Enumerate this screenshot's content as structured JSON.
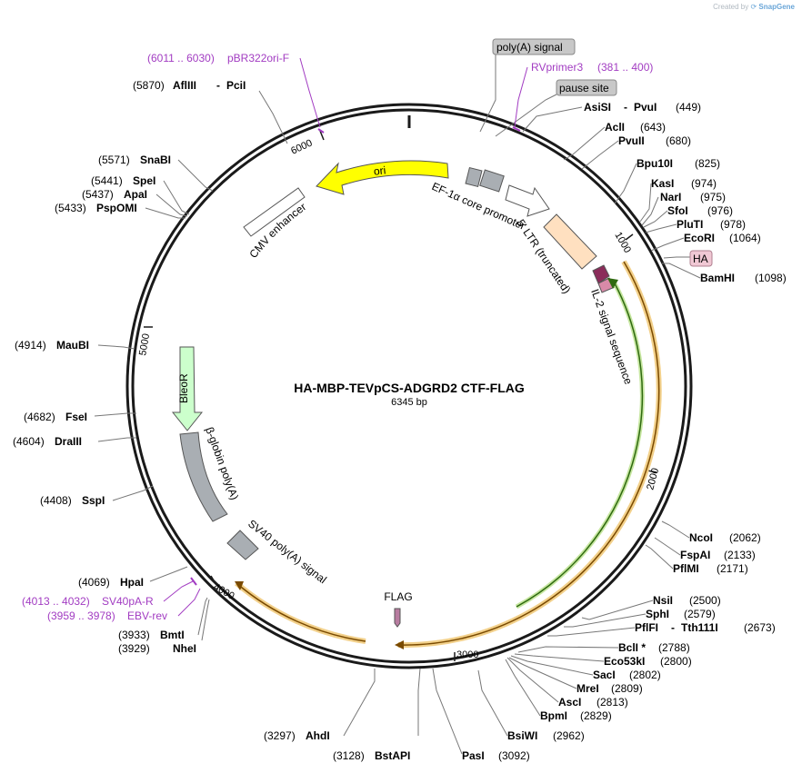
{
  "credit": {
    "prefix": "Created by",
    "brand": "SnapGene"
  },
  "plasmid": {
    "name": "HA-MBP-TEVpCS-ADGRD2 CTF-FLAG",
    "length_label": "6345 bp"
  },
  "ticks": [
    "1000",
    "2000",
    "3000",
    "4000",
    "5000",
    "6000"
  ],
  "sites": [
    {
      "name": "AsiSI",
      "name2": "PvuI",
      "pos": "(449)"
    },
    {
      "name": "AclI",
      "pos": "(643)"
    },
    {
      "name": "PvuII",
      "pos": "(680)"
    },
    {
      "name": "Bpu10I",
      "pos": "(825)"
    },
    {
      "name": "KasI",
      "pos": "(974)"
    },
    {
      "name": "NarI",
      "pos": "(975)"
    },
    {
      "name": "SfoI",
      "pos": "(976)"
    },
    {
      "name": "PluTI",
      "pos": "(978)"
    },
    {
      "name": "EcoRI",
      "pos": "(1064)"
    },
    {
      "name": "BamHI",
      "pos": "(1098)"
    },
    {
      "name": "NcoI",
      "pos": "(2062)"
    },
    {
      "name": "FspAI",
      "pos": "(2133)"
    },
    {
      "name": "PflMI",
      "pos": "(2171)"
    },
    {
      "name": "NsiI",
      "pos": "(2500)"
    },
    {
      "name": "SphI",
      "pos": "(2579)"
    },
    {
      "name": "PflFI",
      "name2": "Tth111I",
      "pos": "(2673)"
    },
    {
      "name": "BclI *",
      "pos": "(2788)"
    },
    {
      "name": "Eco53kI",
      "pos": "(2800)"
    },
    {
      "name": "SacI",
      "pos": "(2802)"
    },
    {
      "name": "MreI",
      "pos": "(2809)"
    },
    {
      "name": "AscI",
      "pos": "(2813)"
    },
    {
      "name": "BpmI",
      "pos": "(2829)"
    },
    {
      "name": "BsiWI",
      "pos": "(2962)"
    },
    {
      "name": "PasI",
      "pos": "(3092)"
    },
    {
      "name": "BstAPI",
      "pos": "(3128)"
    },
    {
      "name": "AhdI",
      "pos": "(3297)"
    },
    {
      "name": "BmtI",
      "pos": "(3933)"
    },
    {
      "name": "NheI",
      "pos": "(3929)"
    },
    {
      "name": "HpaI",
      "pos": "(4069)"
    },
    {
      "name": "SspI",
      "pos": "(4408)"
    },
    {
      "name": "DraIII",
      "pos": "(4604)"
    },
    {
      "name": "FseI",
      "pos": "(4682)"
    },
    {
      "name": "MauBI",
      "pos": "(4914)"
    },
    {
      "name": "PspOMI",
      "pos": "(5433)"
    },
    {
      "name": "ApaI",
      "pos": "(5437)"
    },
    {
      "name": "SpeI",
      "pos": "(5441)"
    },
    {
      "name": "SnaBI",
      "pos": "(5571)"
    },
    {
      "name": "AflIII",
      "name2": "PciI",
      "pos": "(5870)"
    }
  ],
  "primers": [
    {
      "name": "pBR322ori-F",
      "range": "(6011 .. 6030)"
    },
    {
      "name": "RVprimer3",
      "range": "(381 .. 400)"
    },
    {
      "name": "SV40pA-R",
      "range": "(4013 .. 4032)"
    },
    {
      "name": "EBV-rev",
      "range": "(3959 .. 3978)"
    }
  ],
  "badges": [
    "poly(A) signal",
    "pause site",
    "HA"
  ],
  "features": {
    "ef1a": "EF-1α core promoter",
    "ltr": "5' LTR (truncated)",
    "il2": "IL-2 signal sequence",
    "ori": "ori",
    "cmv": "CMV enhancer",
    "bleor": "BleoR",
    "bglobin": "β-globin poly(A)",
    "sv40": "SV40 poly(A) signal",
    "flag": "FLAG"
  },
  "colors": {
    "backbone": "#1a1a1a",
    "ori": "#ffff00",
    "bleor": "#ccffcc",
    "ltr": "#ffe0c0",
    "grey_feature": "#a9aeb3",
    "orange_arc": "#e8a33a",
    "green_arc": "#4c9a1a",
    "magenta_feature": "#8b2c5a",
    "primer": "#a23cc2",
    "badge_grey": "#c8c8c8",
    "badge_pink": "#f0c8d4"
  },
  "icons": [
    "snapgene-logo-icon"
  ]
}
